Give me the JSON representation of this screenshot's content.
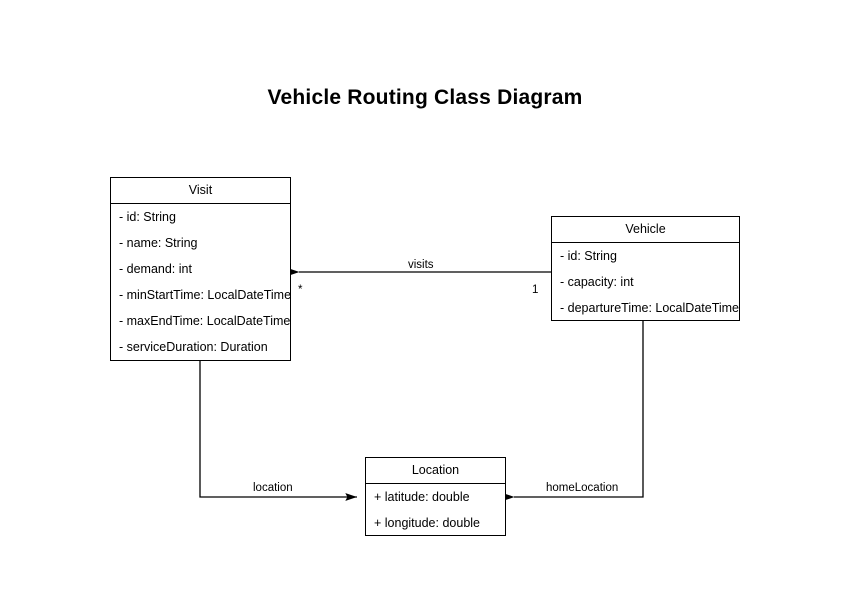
{
  "title": "Vehicle Routing Class Diagram",
  "colors": {
    "background": "#ffffff",
    "stroke": "#000000",
    "text": "#000000",
    "box_fill": "#ffffff"
  },
  "classes": [
    {
      "id": "visit",
      "name": "Visit",
      "attributes": [
        "- id: String",
        "- name: String",
        "- demand: int",
        "- minStartTime: LocalDateTime",
        "- maxEndTime: LocalDateTime",
        "- serviceDuration: Duration"
      ]
    },
    {
      "id": "vehicle",
      "name": "Vehicle",
      "attributes": [
        "- id: String",
        "- capacity: int",
        "- departureTime: LocalDateTime"
      ]
    },
    {
      "id": "location",
      "name": "Location",
      "attributes": [
        "+ latitude: double",
        "+ longitude: double"
      ]
    }
  ],
  "relationships": [
    {
      "id": "visits",
      "label": "visits",
      "from": "Vehicle",
      "to": "Visit",
      "source_multiplicity": "1",
      "target_multiplicity": "*",
      "arrow": "open-arrow-to-visit"
    },
    {
      "id": "location",
      "label": "location",
      "from": "Visit",
      "to": "Location",
      "source_multiplicity": "",
      "target_multiplicity": "",
      "arrow": "open-arrow-to-location"
    },
    {
      "id": "homeLocation",
      "label": "homeLocation",
      "from": "Vehicle",
      "to": "Location",
      "source_multiplicity": "",
      "target_multiplicity": "",
      "arrow": "open-arrow-to-location"
    }
  ]
}
